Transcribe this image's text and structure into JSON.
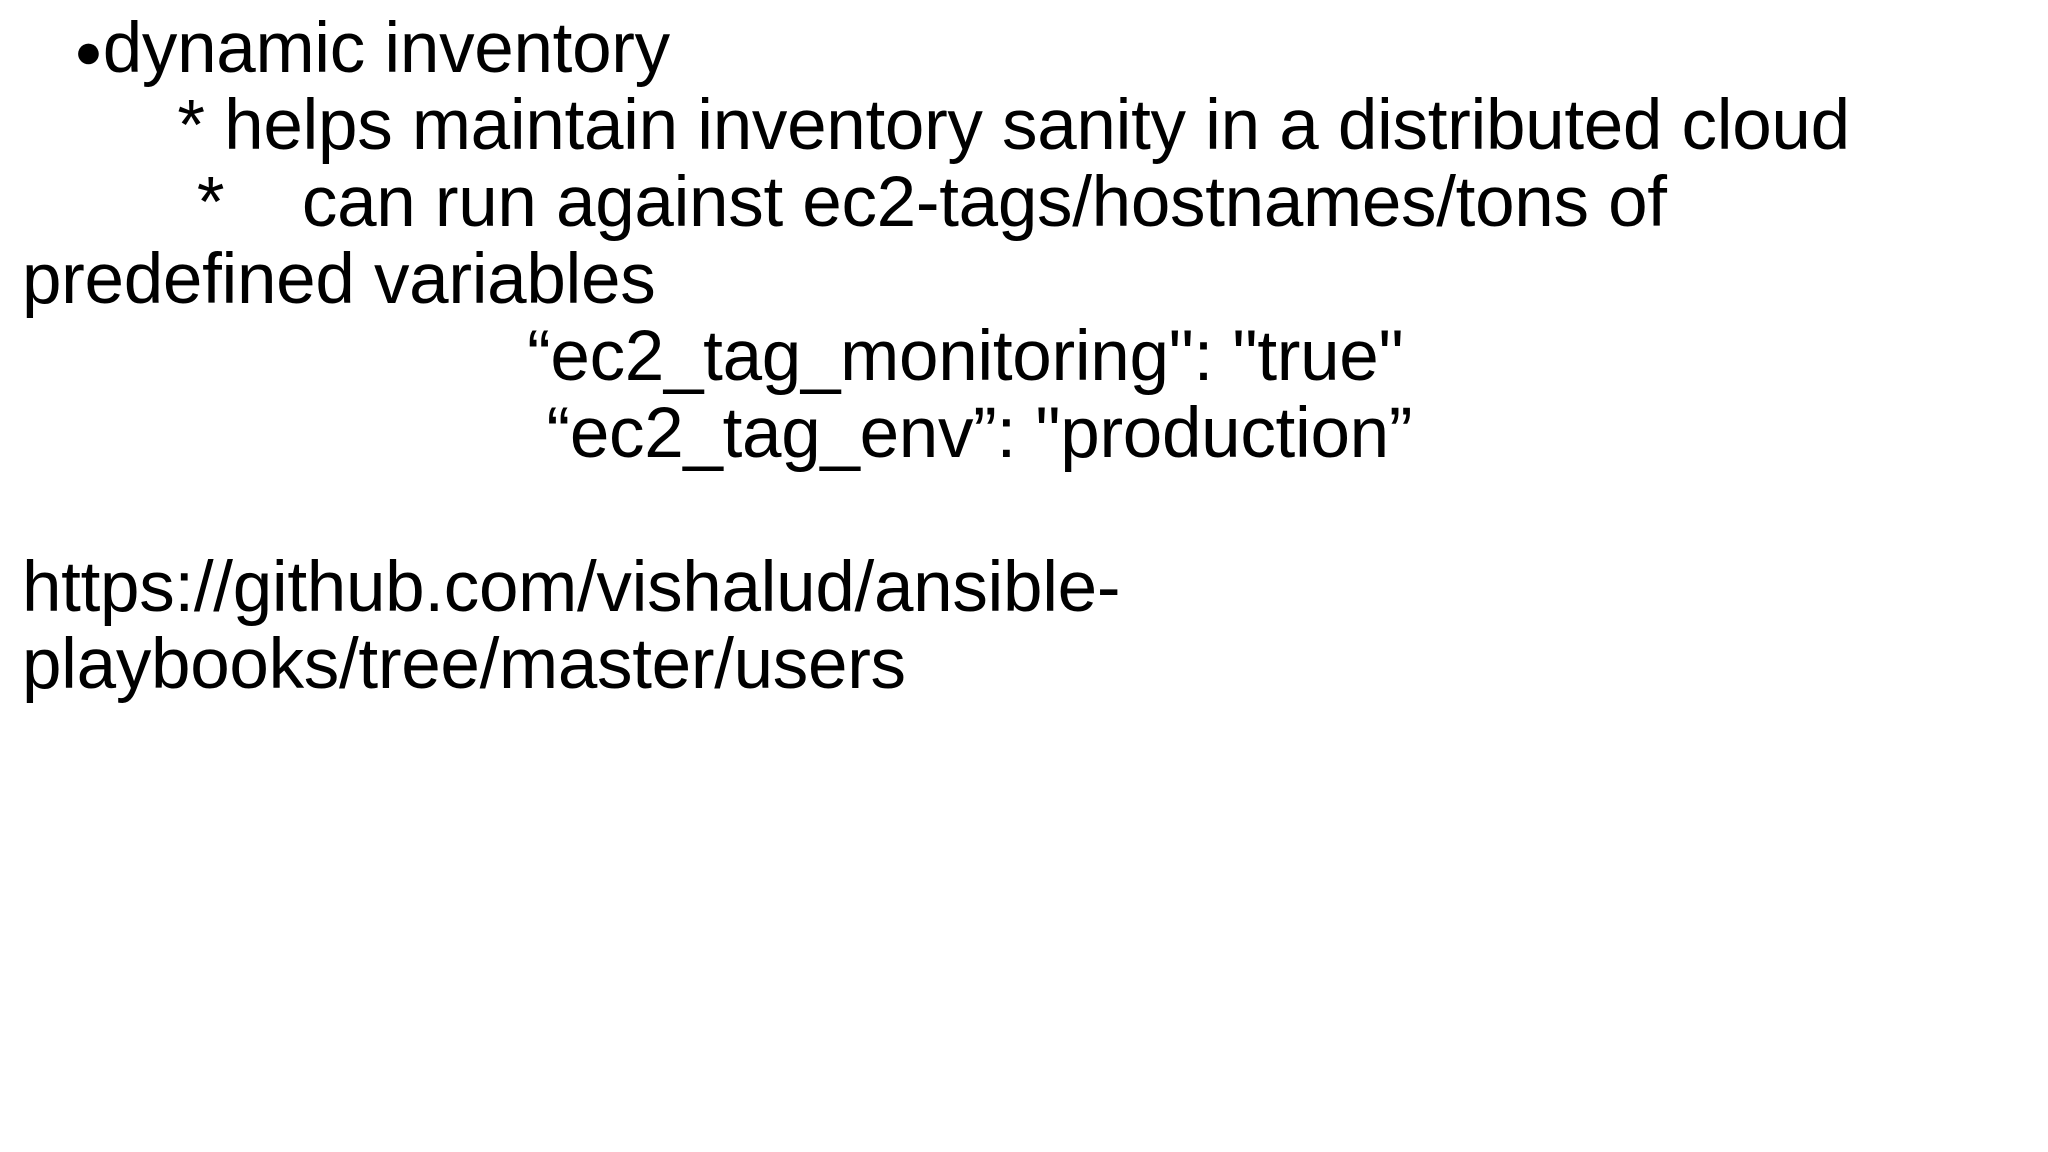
{
  "slide": {
    "background_color": "#ffffff",
    "text_color": "#000000",
    "bullet_glyph": "●",
    "lines": {
      "bullet_item": "dynamic inventory",
      "sub_item_1": "        * helps maintain inventory sanity in a distributed cloud",
      "sub_item_2": "         *    can run against ec2-tags/hostnames/tons of predefined variables",
      "kv_1": "                          “ec2_tag_monitoring\": \"true\"",
      "kv_2": "                           “ec2_tag_env”: \"production”",
      "blank": "",
      "url": "https://github.com/vishalud/ansible-playbooks/tree/master/users"
    }
  }
}
